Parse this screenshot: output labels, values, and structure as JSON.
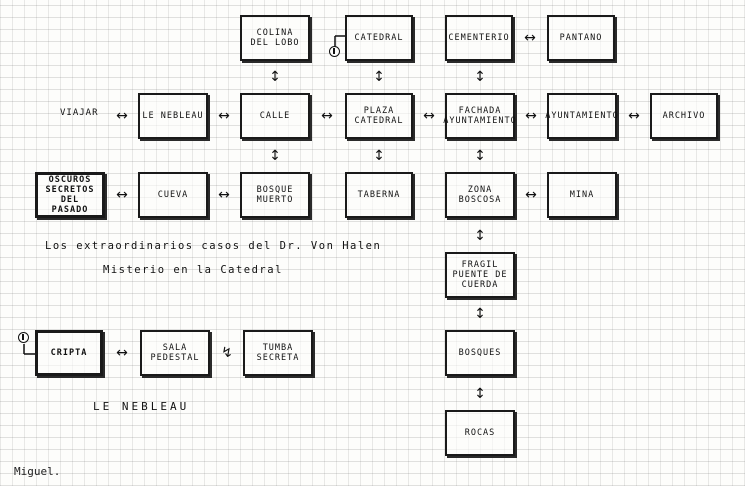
{
  "rooms": {
    "colina": "Colina\ndel lobo",
    "catedral": "Catedral",
    "cementerio": "Cementerio",
    "pantano": "Pantano",
    "le_nebleau": "Le Nebleau",
    "calle": "Calle",
    "plaza_catedral": "Plaza\nCatedral",
    "fachada": "Fachada\nAyuntamiento",
    "ayuntamiento": "Ayuntamiento",
    "archivo": "Archivo",
    "oscuros_secretos": "Oscuros\nSecretos\ndel Pasado",
    "cueva": "Cueva",
    "bosque_muerto": "Bosque\nMuerto",
    "taberna": "Taberna",
    "zona_boscosa": "Zona\nBoscosa",
    "mina": "Mina",
    "fragil_puente": "Fragil\nPuente de\nCuerda",
    "bosques": "Bosques",
    "rocas": "Rocas",
    "cripta": "Cripta",
    "sala_pedestal": "Sala\nPedestal",
    "tumba_secreta": "Tumba\nSecreta"
  },
  "labels": {
    "viajar": "Viajar",
    "title_line1": "Los extraordinarios casos del Dr. Von Halen",
    "title_line2": "Misterio en la Catedral",
    "section_le_nebleau": "Le Nebleau",
    "signature": "Miguel."
  },
  "connectors": {
    "horizontal": "↔",
    "vertical": "↕",
    "stairs": "↯"
  }
}
